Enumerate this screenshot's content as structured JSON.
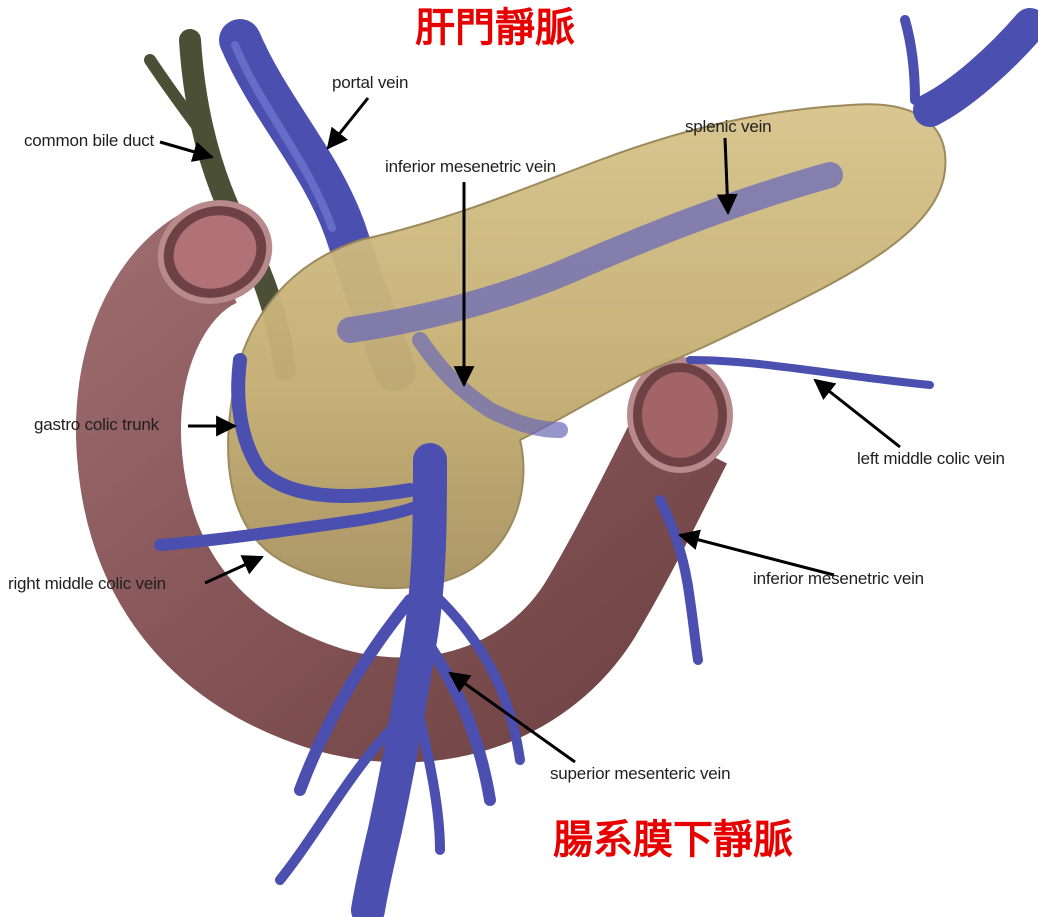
{
  "titles": {
    "top": "肝門靜脈",
    "bottom": "腸系膜下靜脈"
  },
  "labels": {
    "portal_vein": "portal vein",
    "common_bile_duct": "common bile duct",
    "inferior_mesenetric_vein_upper": "inferior mesenetric vein",
    "splenic_vein": "splenic vein",
    "gastro_colic_trunk": "gastro colic trunk",
    "left_middle_colic_vein": "left middle colic vein",
    "right_middle_colic_vein": "right middle colic vein",
    "inferior_mesenetric_vein_lower": "inferior mesenetric vein",
    "superior_mesenteric_vein": "superior mesenteric vein"
  },
  "colors": {
    "title": "#e60000",
    "vein": "#4a4fb0",
    "vein_highlight": "#7a80d8",
    "pancreas": "#c8b47a",
    "duodenum": "#8a5a5c",
    "duodenum_inner": "#b07276",
    "bile_duct": "#4b4f35",
    "arrow": "#000000",
    "label_text": "#1f1f1f"
  }
}
